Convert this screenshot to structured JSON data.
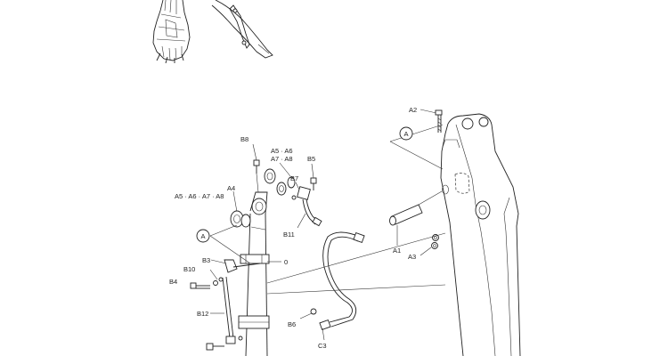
{
  "diagram": {
    "labels": {
      "A2": "A2",
      "A_top": "A",
      "A1": "A1",
      "A3": "A3",
      "B8": "B8",
      "A5_A6_top": "A5 · A6",
      "A7_A8_top": "A7 · A8",
      "B5": "B5",
      "A4_top": "A4",
      "B7": "B7",
      "A5_A8_left": "A5 · A6 · A7 · A8",
      "A_left": "A",
      "B11": "B11",
      "B3": "B3",
      "O": "0",
      "B10": "B10",
      "B4": "B4",
      "B12": "B12",
      "B6": "B6",
      "C3": "C3"
    }
  }
}
